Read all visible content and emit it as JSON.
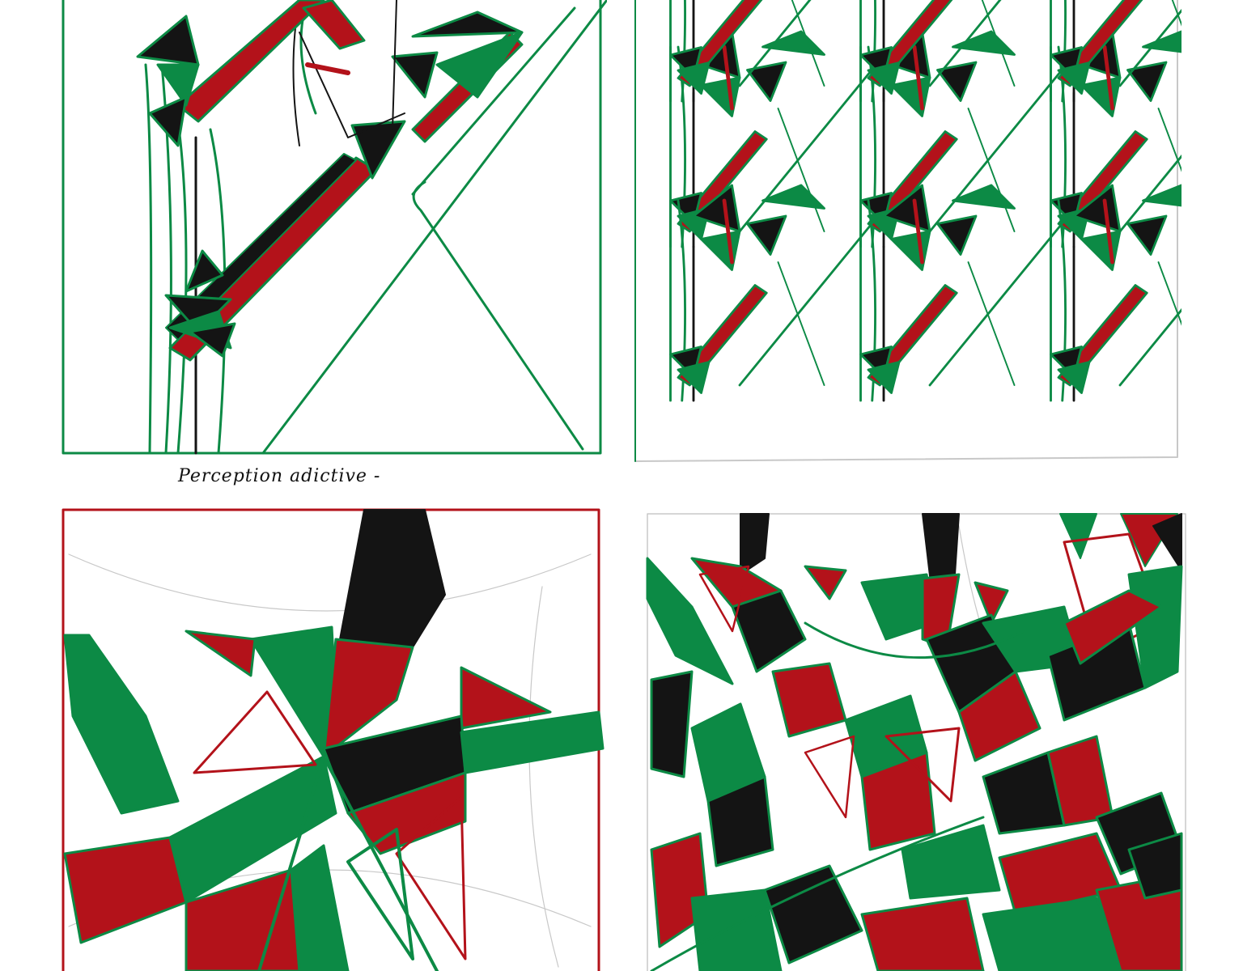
{
  "caption": "Perception adictive -",
  "colors": {
    "green": "#0c8a45",
    "red": "#b3121a",
    "black": "#141414",
    "paper": "#ffffff",
    "pencil": "#c8c8c8"
  },
  "panels": [
    {
      "id": "top-left",
      "description_key": "single-motif"
    },
    {
      "id": "top-right",
      "description_key": "repeated-motif"
    },
    {
      "id": "bottom-left",
      "description_key": "star-composition"
    },
    {
      "id": "bottom-right",
      "description_key": "overlapped-composition"
    }
  ]
}
